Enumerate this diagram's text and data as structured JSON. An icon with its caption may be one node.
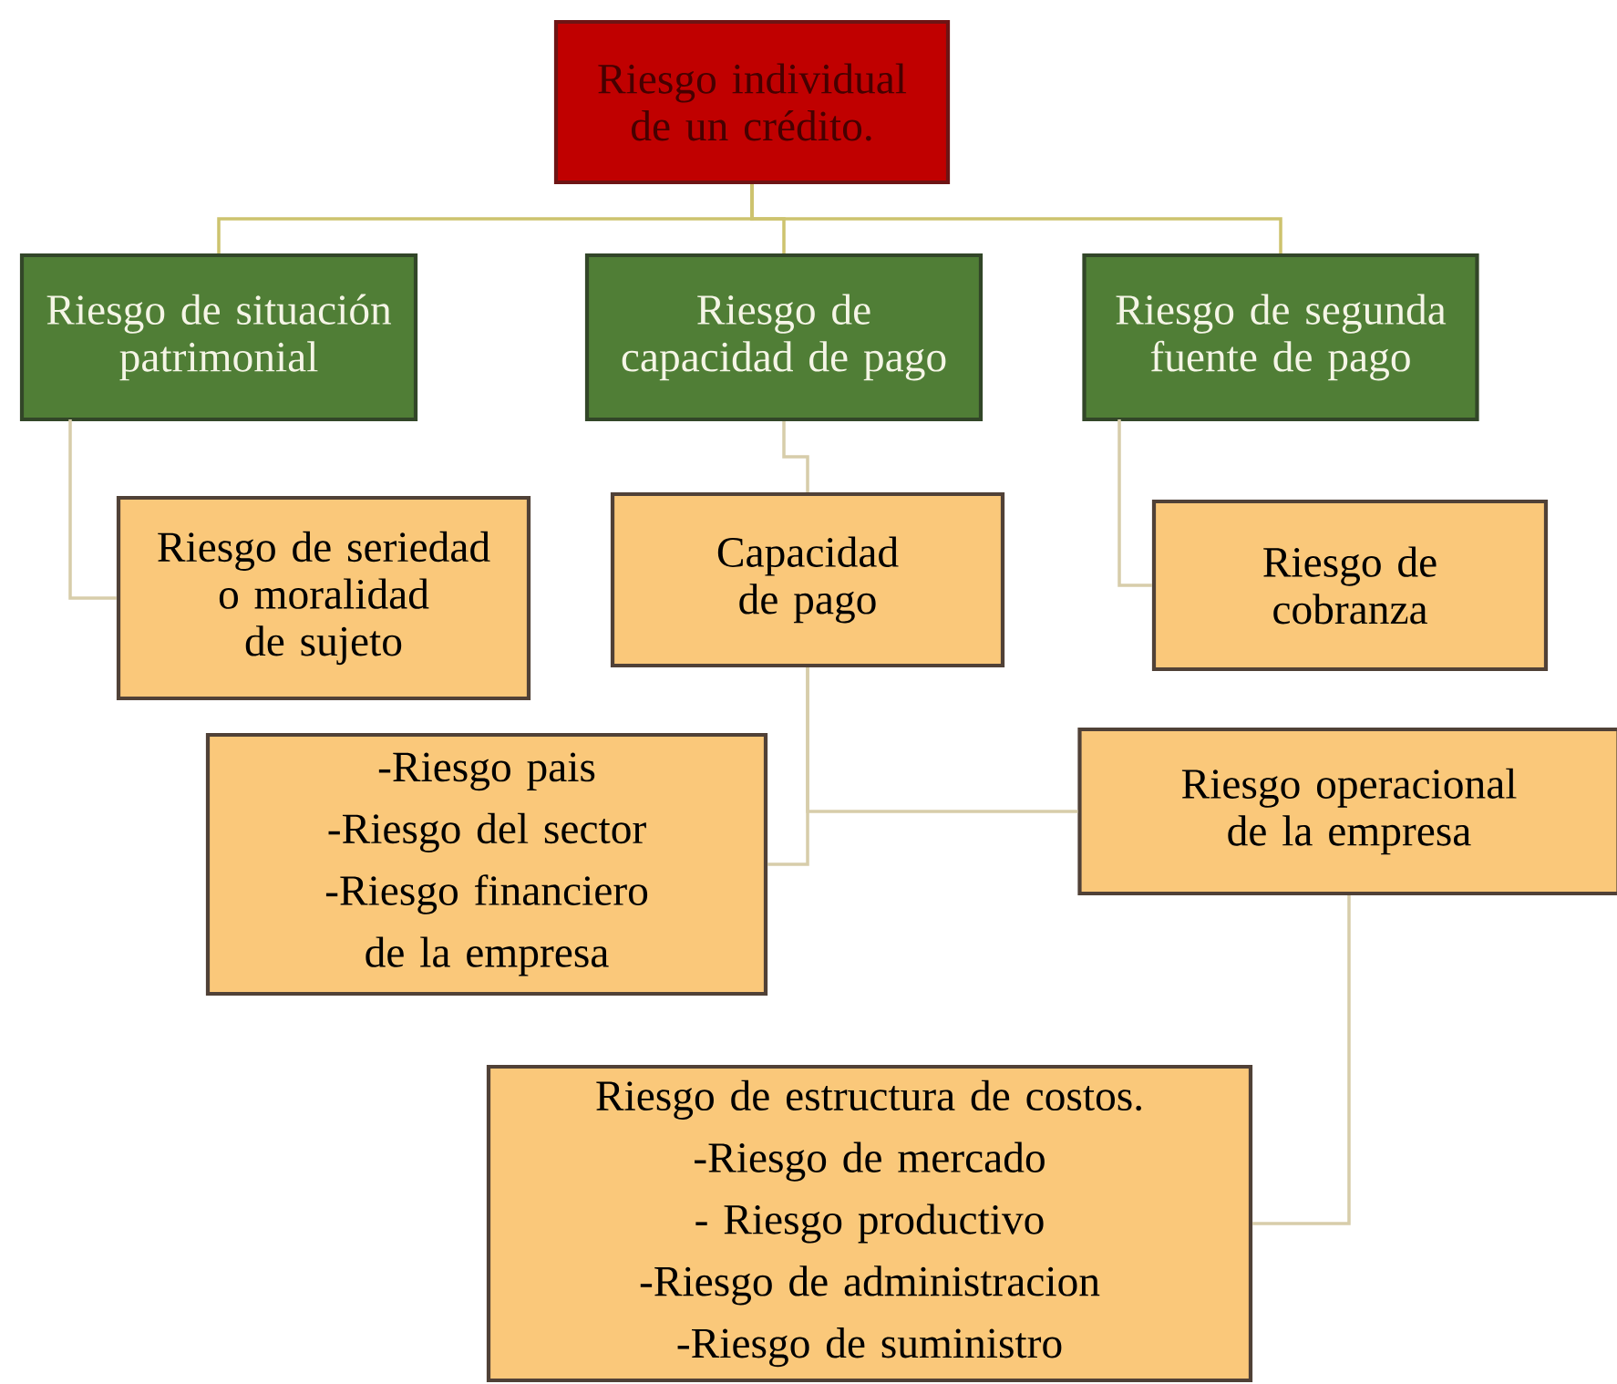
{
  "diagram": {
    "nodes": [
      {
        "text": [
          "Riesgo individual de un crédito."
        ]
      },
      {
        "text": [
          "Riesgo de situación patrimonial"
        ]
      },
      {
        "text": [
          "Riesgo de capacidad de pago"
        ]
      },
      {
        "text": [
          "Riesgo de segunda fuente de pago"
        ]
      },
      {
        "text": [
          "Riesgo de seriedad o moralidad de sujeto"
        ]
      },
      {
        "text": [
          "Capacidad de pago"
        ]
      },
      {
        "text": [
          "Riesgo de cobranza"
        ]
      },
      {
        "text": [
          "-Riesgo pais",
          "-Riesgo del sector",
          "-Riesgo financiero de la empresa"
        ]
      },
      {
        "text": [
          "Riesgo operacional de la empresa"
        ]
      },
      {
        "text": [
          "Riesgo de estructura de costos.",
          "-Riesgo de mercado",
          "- Riesgo productivo",
          "-Riesgo de administracion",
          "-Riesgo de suministro"
        ]
      }
    ],
    "edges": [
      {
        "from": 0,
        "to": 1,
        "arrow": "none"
      },
      {
        "from": 0,
        "to": 2,
        "arrow": "none"
      },
      {
        "from": 0,
        "to": 3,
        "arrow": "none"
      },
      {
        "from": 1,
        "to": 4,
        "arrow": "none"
      },
      {
        "from": 2,
        "to": 5,
        "arrow": "none"
      },
      {
        "from": 3,
        "to": 6,
        "arrow": "none"
      },
      {
        "from": 5,
        "to": 7,
        "arrow": "none"
      },
      {
        "from": 5,
        "to": 8,
        "arrow": "none"
      },
      {
        "from": 8,
        "to": 9,
        "arrow": "none"
      }
    ]
  }
}
